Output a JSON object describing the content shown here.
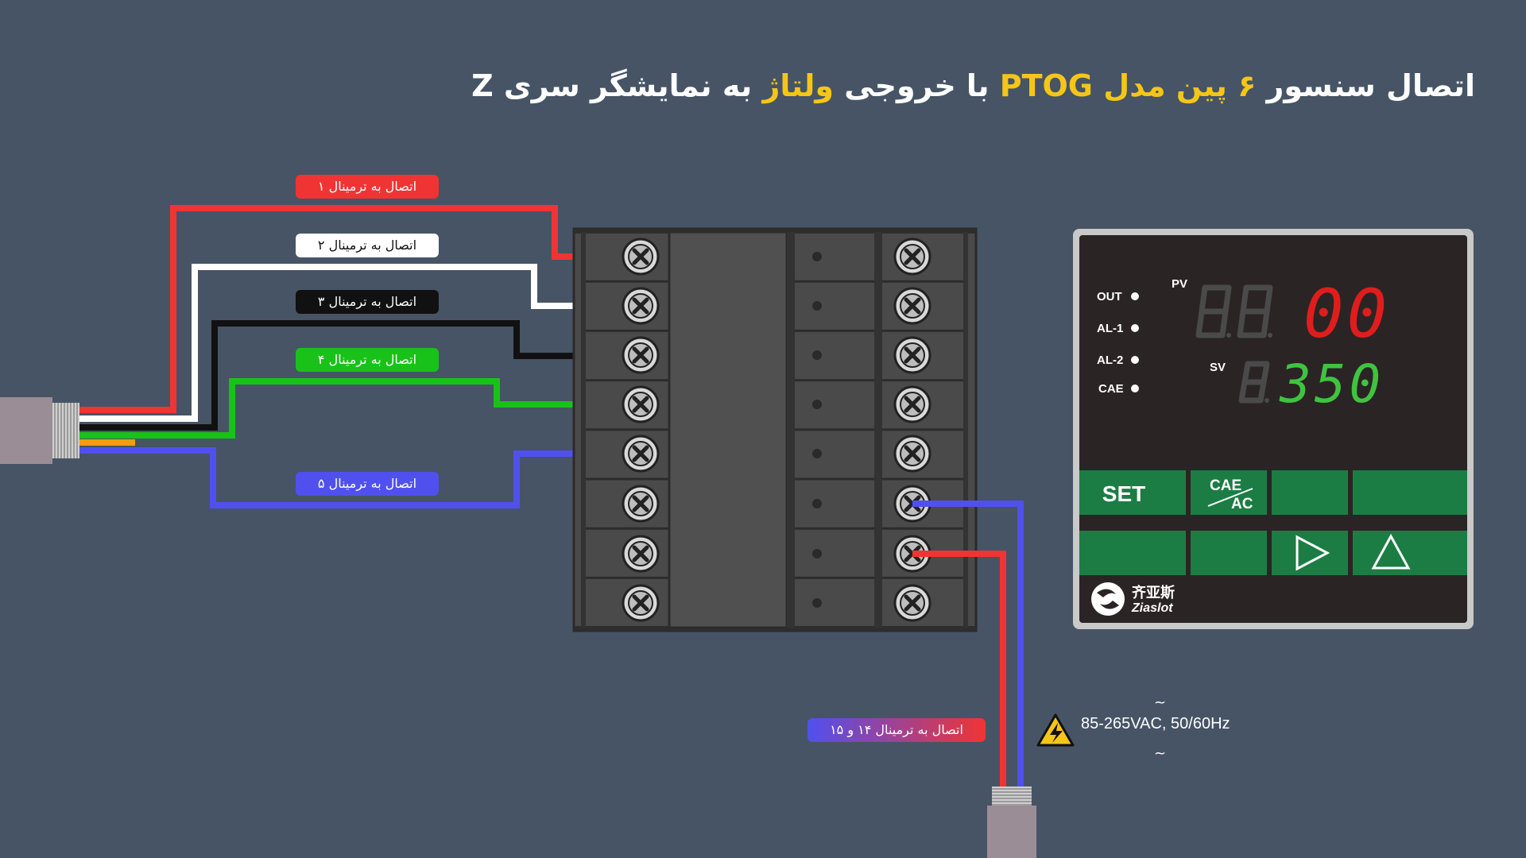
{
  "title": {
    "part1": "اتصال سنسور ",
    "part2": "۶ پین مدل",
    "part3": " PTOG ",
    "part4": "با خروجی ",
    "part5": "ولتاژ",
    "part6": " به نمایشگر سری Z"
  },
  "wire_labels": [
    {
      "text": "اتصال به ترمینال ۱",
      "color": "#f03434"
    },
    {
      "text": "اتصال به ترمینال ۲",
      "color": "#ffffff"
    },
    {
      "text": "اتصال به ترمینال ۳",
      "color": "#111111"
    },
    {
      "text": "اتصال به ترمینال ۴",
      "color": "#19c219"
    },
    {
      "text": "اتصال به ترمینال ۵",
      "color": "#5050ef"
    },
    {
      "text": "اتصال به ترمینال ۱۴ و ۱۵",
      "color": "#5050ef"
    }
  ],
  "power_supply": {
    "text": "85-265VAC, 50/60Hz",
    "tilde_top": "~",
    "tilde_bottom": "~",
    "icon": "high-voltage-warning-icon"
  },
  "controller": {
    "indicators": [
      "OUT",
      "AL-1",
      "AL-2",
      "CAE"
    ],
    "pv_label": "PV",
    "sv_label": "SV",
    "pv_value": "00",
    "sv_value": "350",
    "pv_color": "#e01d1d",
    "sv_color": "#3fc43f",
    "buttons_row1": [
      "SET",
      "CAE",
      "AC",
      "",
      ""
    ],
    "brand_cn": "齐亚斯",
    "brand_en": "Ziaslot",
    "button_icons": [
      "play-triangle-icon",
      "up-triangle-icon"
    ],
    "panel_green": "#1c7d44"
  },
  "terminal_block": {
    "left_screws": 8,
    "right_screws": 8
  },
  "colors": {
    "background": "#465466",
    "accent_yellow": "#f5c518",
    "wire_red": "#f03434",
    "wire_white": "#ffffff",
    "wire_black": "#111111",
    "wire_green": "#19c219",
    "wire_blue": "#5050ef",
    "wire_orange": "#f39c12"
  }
}
